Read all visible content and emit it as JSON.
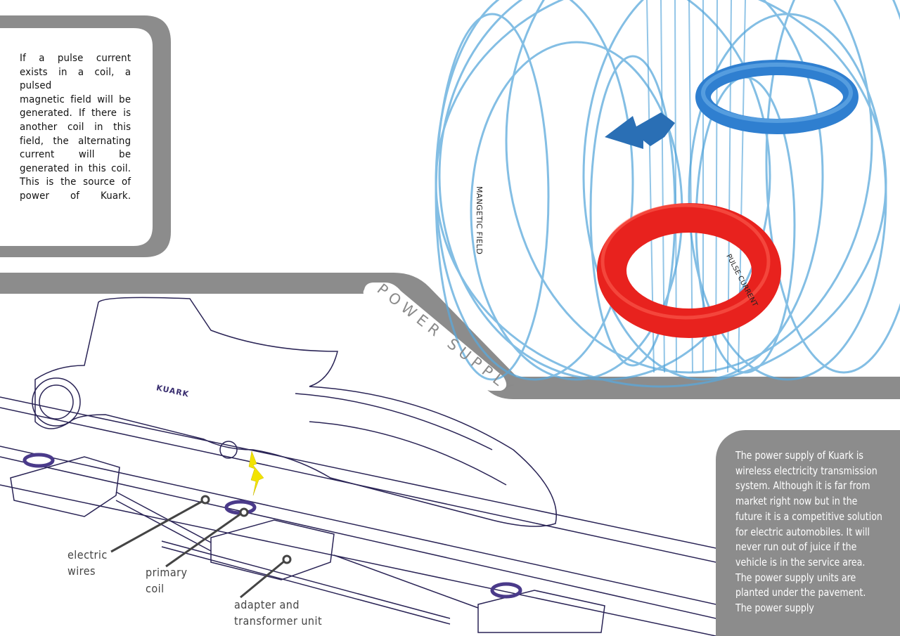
{
  "intro_text": [
    "If a pulse current",
    "exists in a coil, a pulsed",
    "magnetic field will be",
    "generated. If there is",
    "another coil in this",
    "field, the alternating",
    "current will be",
    "generated in this coil.",
    "This is the source of",
    "power of Kuark."
  ],
  "section_title": "POWER SUPPLY",
  "magnetic_field_label": "MANGETIC FIELD",
  "pulse_current_label": "PULSE CURRENT",
  "car_brand": "KUARK",
  "callouts": {
    "electric_wires": [
      "electric",
      "wires"
    ],
    "primary_coil": [
      "primary",
      "coil"
    ],
    "adapter": [
      "adapter and",
      "transformer unit"
    ]
  },
  "description": "The power supply of Kuark is wireless electricity transmission system. Although it is far from market right now but in the future it is a competitive solution for electric automobiles. It will never run out of juice if the vehicle is in the service area. The power supply units are planted under the pavement. The power supply",
  "colors": {
    "band": "#8c8c8c",
    "field": "#5aa9dc",
    "red_coil": "#e8221e",
    "blue_coil": "#2f7fd0",
    "line": "#2a2456",
    "bolt": "#f2e300"
  }
}
